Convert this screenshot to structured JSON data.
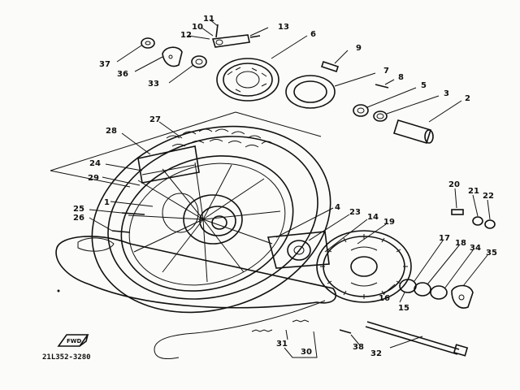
{
  "diagram": {
    "callouts": [
      "1",
      "2",
      "3",
      "4",
      "5",
      "6",
      "7",
      "8",
      "9",
      "10",
      "11",
      "12",
      "13",
      "14",
      "15",
      "16",
      "17",
      "18",
      "19",
      "20",
      "21",
      "22",
      "23",
      "24",
      "25",
      "26",
      "27",
      "28",
      "29",
      "30",
      "31",
      "32",
      "33",
      "34",
      "35",
      "36",
      "37",
      "38"
    ],
    "direction_label": "FWD",
    "drawing_code": "21L352-3280"
  }
}
